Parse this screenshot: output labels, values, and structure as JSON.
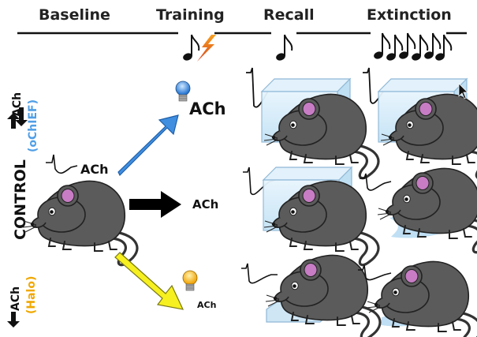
{
  "header": {
    "baseline": "Baseline",
    "training": "Training",
    "recall": "Recall",
    "extinction": "Extinction"
  },
  "rows": {
    "top_label_ach": "ACh",
    "top_label_group": "(oChIEF)",
    "control": "CONTROL",
    "bottom_label_ach": "ACh",
    "bottom_label_group": "(Halo)"
  },
  "ach": {
    "baseline": "ACh",
    "top": "ACh",
    "middle": "ACh",
    "bottom": "ACh"
  },
  "colors": {
    "top_accent": "#4f9fe6",
    "bottom_accent": "#f0a800",
    "arrow_top": "#3f8ee0",
    "arrow_middle": "#000000",
    "arrow_bottom": "#f7f020",
    "mouse_body": "#5b5b5b",
    "ear_inner": "#c77cc4",
    "box_fill": "#cfe8f6",
    "box_stroke": "#8fb8d6"
  },
  "icons": {
    "note_single": "music-note-icon",
    "shock": "lightning-icon",
    "bulb_blue": "lightbulb-blue-icon",
    "bulb_yellow": "lightbulb-yellow-icon",
    "cursor": "cursor-icon"
  }
}
